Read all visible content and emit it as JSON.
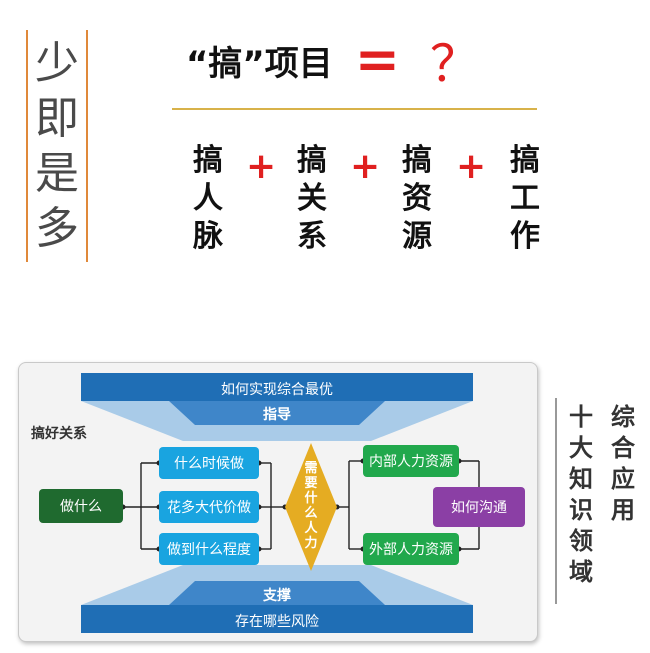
{
  "left_title": [
    "少",
    "即",
    "是",
    "多"
  ],
  "headline": {
    "prefix": "“搞”项目",
    "equals": "=",
    "question": "？"
  },
  "columns": [
    [
      "搞",
      "人",
      "脉"
    ],
    [
      "搞",
      "关",
      "系"
    ],
    [
      "搞",
      "资",
      "源"
    ],
    [
      "搞",
      "工",
      "作"
    ]
  ],
  "plus": "+",
  "diagram": {
    "top_band": "如何实现综合最优",
    "top_sub": "指导",
    "bottom_sub": "支撑",
    "bottom_band": "存在哪些风险",
    "section_label": "搞好关系",
    "what_box": "做什么",
    "left_boxes": [
      "什么时候做",
      "花多大代价做",
      "做到什么程度"
    ],
    "center_diamond": "需要什么人力",
    "right_boxes": [
      "内部人力资源",
      "外部人力资源"
    ],
    "communicate_box": "如何沟通",
    "colors": {
      "band": "#1f6eb5",
      "blue": "#19a4e0",
      "green": "#21a84c",
      "dark_green": "#1f6a2f",
      "purple": "#8b3fa5",
      "diamond": "#e5ac22"
    }
  },
  "right_texts": {
    "ten_areas": [
      "十",
      "大",
      "知",
      "识",
      "领",
      "域"
    ],
    "applied": [
      "综",
      "合",
      "应",
      "用"
    ]
  }
}
